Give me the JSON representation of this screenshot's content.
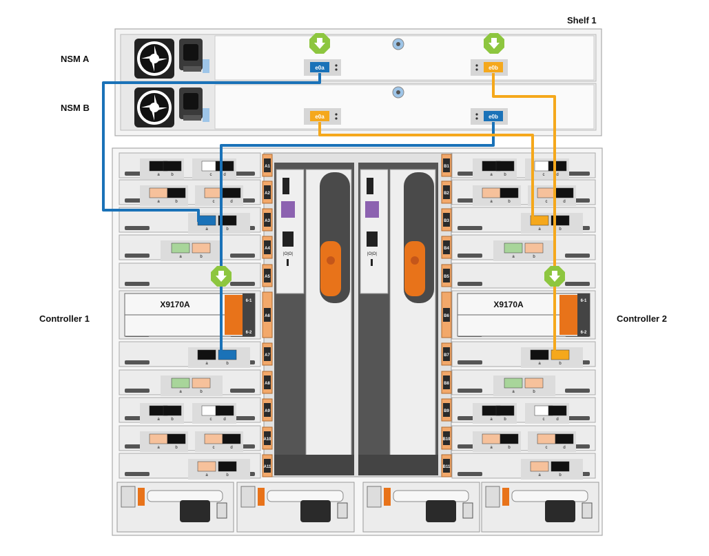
{
  "labels": {
    "shelf": "Shelf 1",
    "nsm_a": "NSM A",
    "nsm_b": "NSM B",
    "controller1": "Controller 1",
    "controller2": "Controller 2",
    "card": "X9170A"
  },
  "ports": {
    "nsm_a_e0a": "e0a",
    "nsm_a_e0b": "e0b",
    "nsm_b_e0a": "e0a",
    "nsm_b_e0b": "e0b"
  },
  "slots_left": [
    "A1",
    "A2",
    "A3",
    "A4",
    "A5",
    "A6",
    "A7",
    "A8",
    "A9",
    "A10",
    "A11"
  ],
  "slots_right": [
    "B1",
    "B2",
    "B3",
    "B4",
    "B5",
    "B6",
    "B7",
    "B8",
    "B9",
    "B10",
    "B11"
  ],
  "card_port_labels": [
    "a",
    "b",
    "c",
    "d"
  ],
  "ioc_labels": [
    "6-1",
    "6-2"
  ],
  "colors": {
    "blue_cable": "#1a72b8",
    "orange_cable": "#f5a81c",
    "push_tab": "#8dc63f",
    "handle_orange": "#e8731a"
  }
}
